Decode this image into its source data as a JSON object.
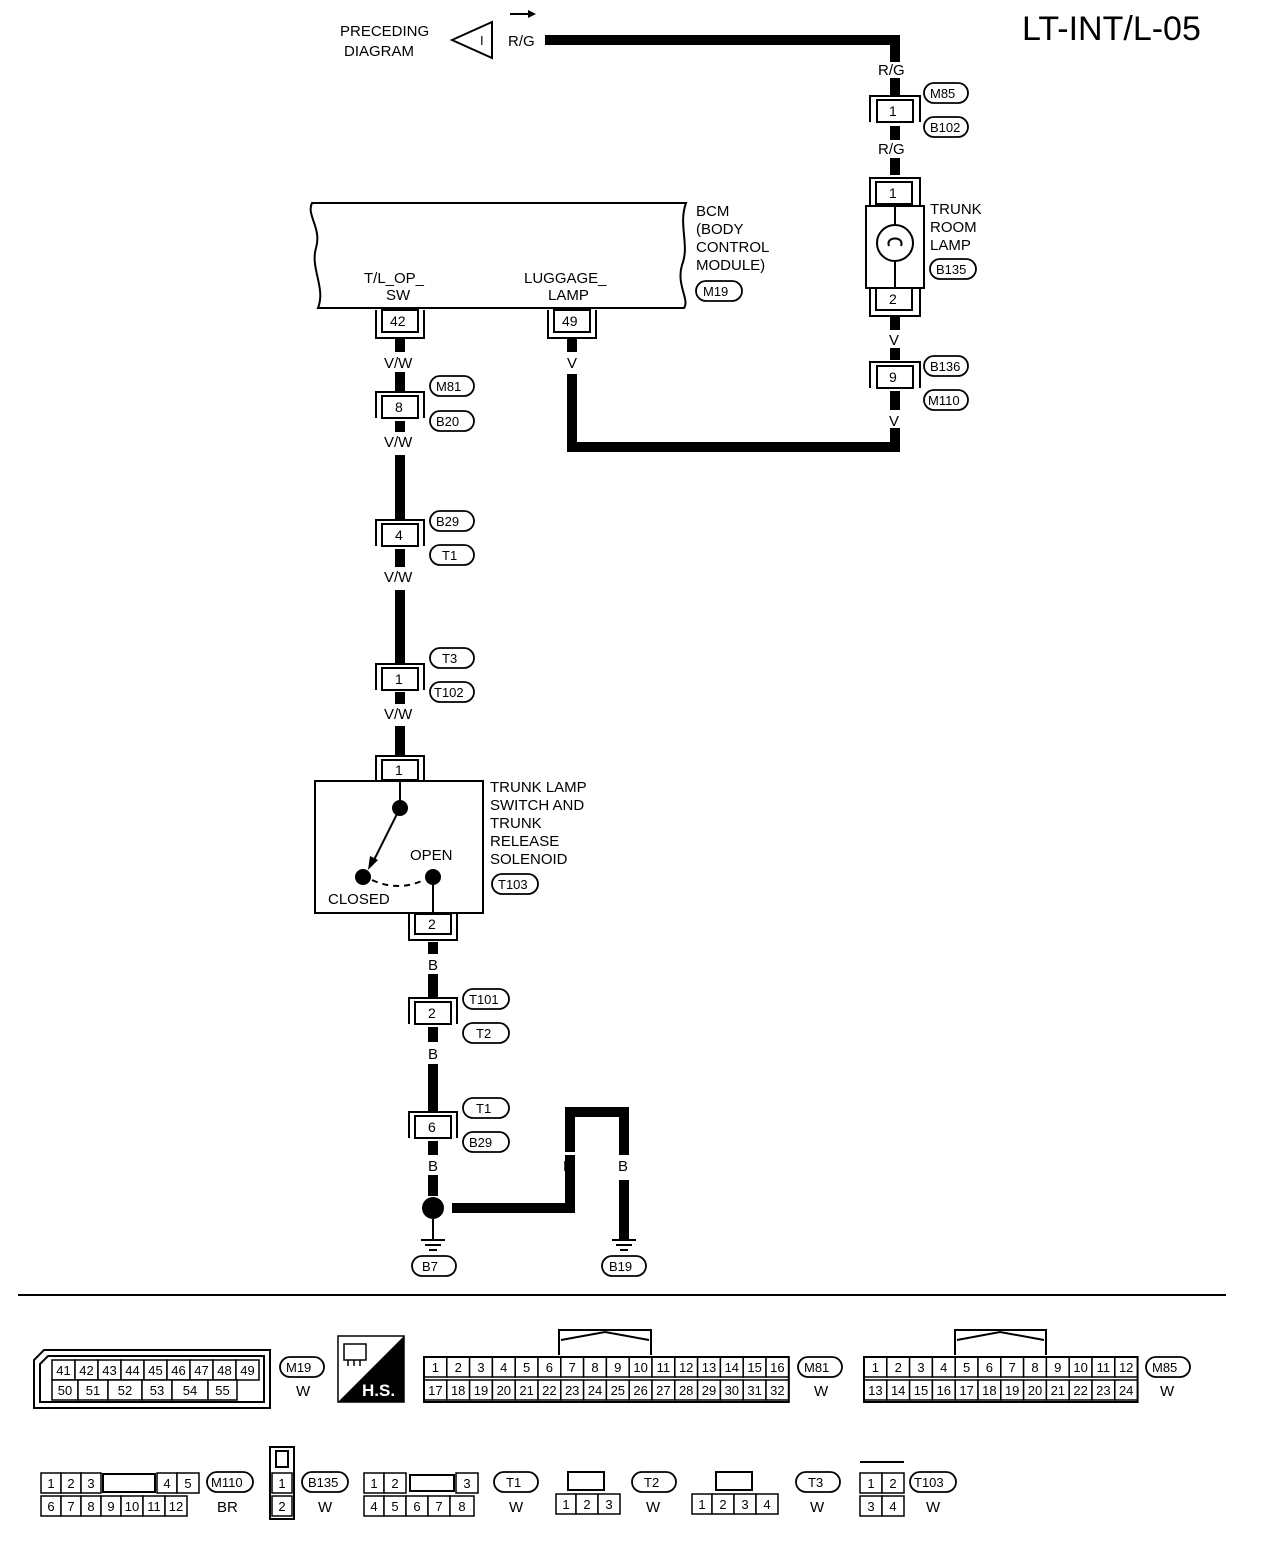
{
  "page_code": "LT-INT/L-05",
  "preceding": {
    "line1": "PRECEDING",
    "line2": "DIAGRAM",
    "arrow_label": "I",
    "color": "R/G"
  },
  "wire_colors": {
    "rg": "R/G",
    "v": "V",
    "vw": "V/W",
    "b": "B"
  },
  "bcm": {
    "name_lines": [
      "BCM",
      "(BODY",
      "CONTROL",
      "MODULE)"
    ],
    "connector": "M19",
    "terminals": [
      {
        "pin": "42",
        "name_lines": [
          "T/L_OP_",
          "SW"
        ]
      },
      {
        "pin": "49",
        "name_lines": [
          "LUGGAGE_",
          "LAMP"
        ]
      }
    ]
  },
  "trunk_room_lamp": {
    "name_lines": [
      "TRUNK",
      "ROOM",
      "LAMP"
    ],
    "connector": "B135",
    "pins": [
      "1",
      "2"
    ]
  },
  "switch": {
    "name_lines": [
      "TRUNK LAMP",
      "SWITCH AND",
      "TRUNK",
      "RELEASE",
      "SOLENOID"
    ],
    "connector": "T103",
    "pins": [
      "1",
      "2"
    ],
    "open_label": "OPEN",
    "closed_label": "CLOSED"
  },
  "joints": [
    {
      "pin": "1",
      "top": "M85",
      "bottom": "B102"
    },
    {
      "pin": "9",
      "top": "B136",
      "bottom": "M110"
    },
    {
      "pin": "8",
      "top": "M81",
      "bottom": "B20"
    },
    {
      "pin": "4",
      "top": "B29",
      "bottom": "T1"
    },
    {
      "pin": "1",
      "top": "T3",
      "bottom": "T102"
    },
    {
      "pin": "2",
      "top": "T101",
      "bottom": "T2"
    },
    {
      "pin": "6",
      "top": "T1",
      "bottom": "B29"
    }
  ],
  "grounds": [
    "B7",
    "B19"
  ],
  "connector_views": {
    "m19": {
      "id": "M19",
      "color": "W",
      "row1": [
        "41",
        "42",
        "43",
        "44",
        "45",
        "46",
        "47",
        "48",
        "49"
      ],
      "row2": [
        "50",
        "51",
        "52",
        "53",
        "54",
        "55"
      ]
    },
    "hs": "H.S.",
    "m81": {
      "id": "M81",
      "color": "W",
      "row1": [
        "1",
        "2",
        "3",
        "4",
        "5",
        "6",
        "7",
        "8",
        "9",
        "10",
        "11",
        "12",
        "13",
        "14",
        "15",
        "16"
      ],
      "row2": [
        "17",
        "18",
        "19",
        "20",
        "21",
        "22",
        "23",
        "24",
        "25",
        "26",
        "27",
        "28",
        "29",
        "30",
        "31",
        "32"
      ]
    },
    "m85": {
      "id": "M85",
      "color": "W",
      "row1": [
        "1",
        "2",
        "3",
        "4",
        "5",
        "6",
        "7",
        "8",
        "9",
        "10",
        "11",
        "12"
      ],
      "row2": [
        "13",
        "14",
        "15",
        "16",
        "17",
        "18",
        "19",
        "20",
        "21",
        "22",
        "23",
        "24"
      ]
    },
    "m110": {
      "id": "M110",
      "color": "BR",
      "row1": [
        "1",
        "2",
        "3",
        "4",
        "5"
      ],
      "row2": [
        "6",
        "7",
        "8",
        "9",
        "10",
        "11",
        "12"
      ]
    },
    "b135": {
      "id": "B135",
      "color": "W",
      "pins": [
        "1",
        "2"
      ]
    },
    "t1": {
      "id": "T1",
      "color": "W",
      "row1": [
        "1",
        "2",
        "3"
      ],
      "row2": [
        "4",
        "5",
        "6",
        "7",
        "8"
      ]
    },
    "t2": {
      "id": "T2",
      "color": "W",
      "pins": [
        "1",
        "2",
        "3"
      ]
    },
    "t3": {
      "id": "T3",
      "color": "W",
      "pins": [
        "1",
        "2",
        "3",
        "4"
      ]
    },
    "t103": {
      "id": "T103",
      "color": "W",
      "row1": [
        "1",
        "2"
      ],
      "row2": [
        "3",
        "4"
      ]
    }
  }
}
